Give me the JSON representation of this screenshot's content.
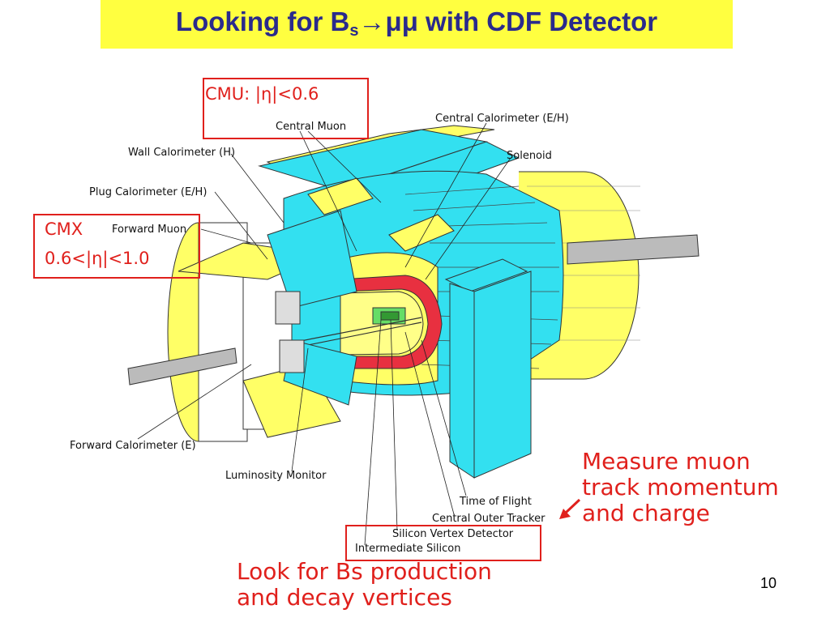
{
  "slide": {
    "title_pre": "Looking for B",
    "title_sub": "s",
    "title_arrow": "→",
    "title_mumu": "μμ",
    "title_post": " with CDF Detector",
    "page_number": "10"
  },
  "boxes": {
    "cmu": "CMU: |η|<0.6",
    "cmx_line1": "CMX",
    "cmx_line2": "0.6<|η|<1.0"
  },
  "notes": {
    "momentum_line1": "Measure muon",
    "momentum_line2": "track momentum",
    "momentum_line3": "and charge",
    "vertex_line1": "Look for Bs production",
    "vertex_line2": "and decay vertices"
  },
  "labels": {
    "central_muon": "Central Muon",
    "central_calorimeter": "Central Calorimeter (E/H)",
    "solenoid": "Solenoid",
    "wall_calorimeter": "Wall Calorimeter  (H)",
    "plug_calorimeter": "Plug Calorimeter (E/H)",
    "forward_muon": "Forward Muon",
    "forward_calorimeter": "Forward Calorimeter (E)",
    "luminosity_monitor": "Luminosity Monitor",
    "time_of_flight": "Time of Flight",
    "central_outer_tracker": "Central Outer Tracker",
    "silicon_vertex_detector": "Silicon Vertex Detector",
    "intermediate_silicon": "Intermediate Silicon"
  },
  "colors": {
    "title_bg": "#ffff40",
    "title_text": "#2a2a8c",
    "annotation_red": "#e0201c",
    "detector_cyan": "#33e0f0",
    "detector_yellow": "#ffff66",
    "solenoid_red": "#e83040"
  }
}
